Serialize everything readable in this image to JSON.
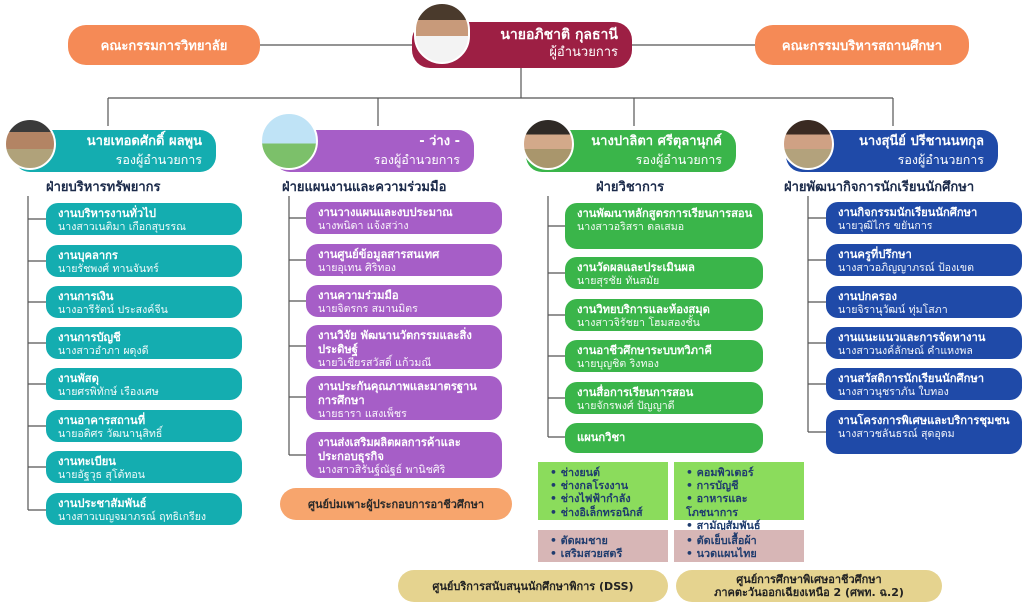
{
  "top": {
    "left_committee": "คณะกรรมการวิทยาลัย",
    "right_committee": "คณะกรรมบริหารสถานศึกษา",
    "director_name": "นายอภิชาติ กุลธานี",
    "director_position": "ผู้อำนวยการ"
  },
  "colors": {
    "director": "#9d1f44",
    "committee": "#f58a56",
    "resource": "#14adb0",
    "planning": "#a65ec7",
    "academic": "#3ab54a",
    "student": "#1f4aa8"
  },
  "departments": [
    {
      "deputy_name": "นายเทอดศักดิ์ ผลพูน",
      "deputy_position": "รองผู้อำนวยการ",
      "title": "ฝ่ายบริหารทรัพยากร",
      "units": [
        {
          "title": "งานบริหารงานทั่วไป",
          "person": "นางสาวเนติมา เกือกสุบรรณ"
        },
        {
          "title": "งานบุคลากร",
          "person": "นายรัชพงศ์ ทานจันทร์"
        },
        {
          "title": "งานการเงิน",
          "person": "นางอารีรัตน์ ประสงค์จีน"
        },
        {
          "title": "งานการบัญชี",
          "person": "นางสาวอำภา ผดุงดี"
        },
        {
          "title": "งานพัสดุ",
          "person": "นายศรพิทักษ์ เรืองเศษ"
        },
        {
          "title": "งานอาคารสถานที่",
          "person": "นายอดิศร วัฒนานุสิทธิ์"
        },
        {
          "title": "งานทะเบียน",
          "person": "นายอัฐวุธ สุโต้ทอน"
        },
        {
          "title": "งานประชาสัมพันธ์",
          "person": "นางสาวเบญจมาภรณ์ ฤทธิเกรียง"
        }
      ]
    },
    {
      "deputy_name": "- ว่าง -",
      "deputy_position": "รองผู้อำนวยการ",
      "title": "ฝ่ายแผนงานและความร่วมมือ",
      "units": [
        {
          "title": "งานวางแผนและงบประมาณ",
          "person": "นางพนิดา แจ้งสว่าง"
        },
        {
          "title": "งานศูนย์ข้อมูลสารสนเทศ",
          "person": "นายอุเทน ศิริทอง"
        },
        {
          "title": "งานความร่วมมือ",
          "person": "นายจิตรกร สมานมิตร"
        },
        {
          "title": "งานวิจัย พัฒนานวัตกรรมและสิ่งประดิษฐ์",
          "person": "นายวิเชียรสวัสดิ์ แก้วมณี"
        },
        {
          "title": "งานประกันคุณภาพและมาตรฐานการศึกษา",
          "person": "นายธารา แสงเพ็ชร"
        },
        {
          "title": "งานส่งเสริมผลิตผลการค้าและประกอบธุรกิจ",
          "person": "นางสาวสิรันฐ์ณัฐธ์ พานิชศิริ"
        }
      ],
      "center": "ศูนย์บ่มเพาะผู้ประกอบการอาชีวศึกษา"
    },
    {
      "deputy_name": "นางปาลิตา ศรีตุลานุกค์",
      "deputy_position": "รองผู้อำนวยการ",
      "title": "ฝ่ายวิชาการ",
      "units": [
        {
          "title": "งานพัฒนาหลักสูตรการเรียนการสอน",
          "person": "นางสาวอริสรา ดลเสมอ"
        },
        {
          "title": "งานวัดผลและประเมินผล",
          "person": "นายสุรชัย ทันสมัย"
        },
        {
          "title": "งานวิทยบริการและห้องสมุด",
          "person": "นางสาวจิรัชยา โฮมสองชั้น"
        },
        {
          "title": "งานอาชีวศึกษาระบบทวิภาคี",
          "person": "นายบุญชิต ริงทอง"
        },
        {
          "title": "งานสื่อการเรียนการสอน",
          "person": "นายจักรพงศ์ ปัญญาดี"
        },
        {
          "title": "แผนกวิชา",
          "person": ""
        }
      ],
      "programs_green_left": [
        "ช่างยนต์",
        "ช่างกลโรงงาน",
        "ช่างไฟฟ้ากำลัง",
        "ช่างอิเล็กทรอนิกส์"
      ],
      "programs_green_right": [
        "คอมพิวเตอร์",
        "การบัญชี",
        "อาหารและโภชนาการ",
        "สามัญสัมพันธ์"
      ],
      "programs_pink_left": [
        "ตัดผมชาย",
        "เสริมสวยสตรี"
      ],
      "programs_pink_right": [
        "ตัดเย็บเสื้อผ้า",
        "นวดแผนไทย"
      ]
    },
    {
      "deputy_name": "นางสุนีย์ ปรีชานนทกุล",
      "deputy_position": "รองผู้อำนวยการ",
      "title": "ฝ่ายพัฒนากิจการนักเรียนนักศึกษา",
      "units": [
        {
          "title": "งานกิจกรรมนักเรียนนักศึกษา",
          "person": "นายวุฒิไกร ขยันการ"
        },
        {
          "title": "งานครูที่ปรึกษา",
          "person": "นางสาวอภิญญาภรณ์ ป้องเขต"
        },
        {
          "title": "งานปกครอง",
          "person": "นายจิรานุวัฒน์ ทุ่มโสภา"
        },
        {
          "title": "งานแนะแนวและการจัดหางาน",
          "person": "นางสาวนงค์ลักษณ์ คำแหงพล"
        },
        {
          "title": "งานสวัสดิการนักเรียนนักศึกษา",
          "person": "นางสาวนุชราภัน ใบทอง"
        },
        {
          "title": "งานโครงการพิเศษและบริการชุมชน",
          "person": "นางสาวชลันธรณ์ สุดอุดม"
        }
      ]
    }
  ],
  "bottom": {
    "dss": "ศูนย์บริการสนับสนุนนักศึกษาพิการ (DSS)",
    "special_line1": "ศูนย์การศึกษาพิเศษอาชีวศึกษา",
    "special_line2": "ภาคตะวันออกเฉียงเหนือ 2 (ศพท. ฉ.2)"
  }
}
